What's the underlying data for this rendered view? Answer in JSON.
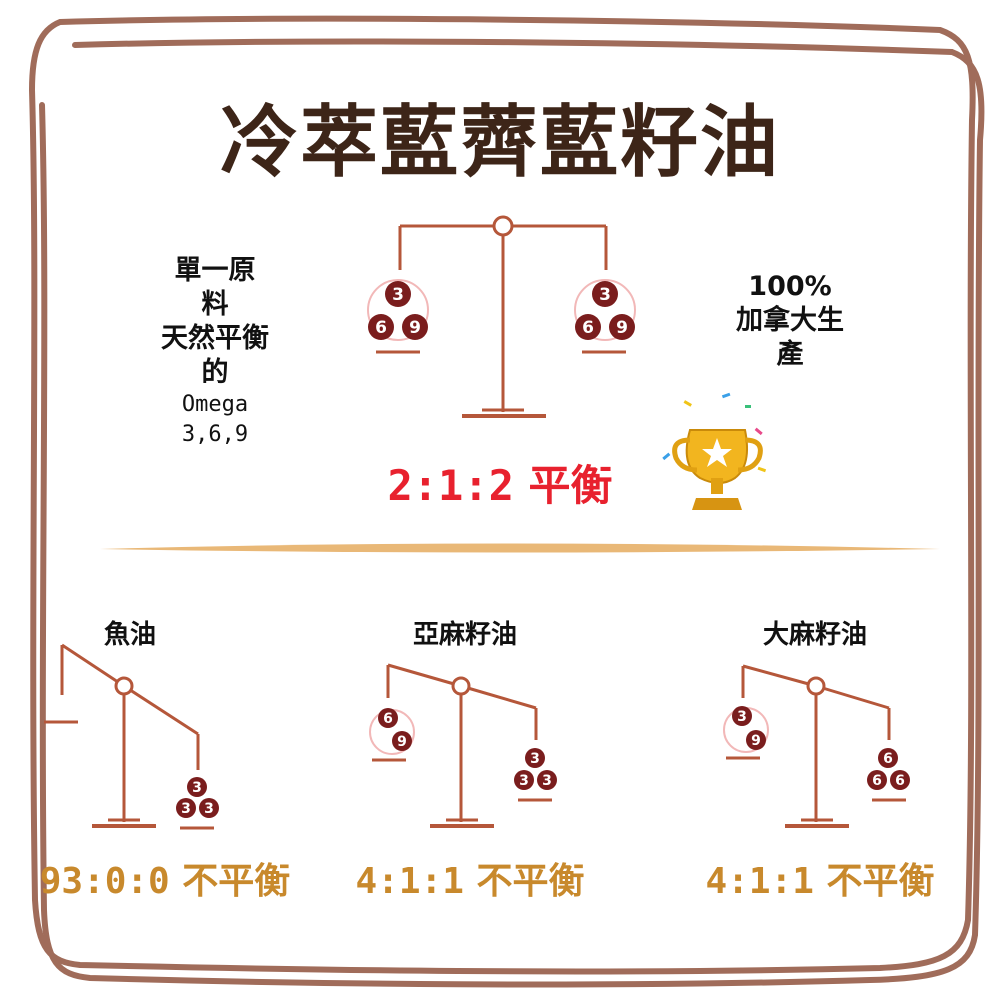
{
  "title": "冷萃藍薺藍籽油",
  "main": {
    "left_description": [
      "單一原",
      "料",
      "天然平衡",
      "的",
      "Omega",
      "3,6,9"
    ],
    "right_description": [
      "100%",
      "加拿大生",
      "產"
    ],
    "ratio": "2:1:2",
    "ratio_label": "平衡",
    "left_pan": [
      "3",
      "6",
      "9"
    ],
    "right_pan": [
      "3",
      "6",
      "9"
    ],
    "trophy_icon": "trophy-icon"
  },
  "comparisons": [
    {
      "name": "魚油",
      "ratio": "93:0:0",
      "ratio_label": "不平衡",
      "left_pan": [],
      "right_pan": [
        "3",
        "3",
        "3"
      ]
    },
    {
      "name": "亞麻籽油",
      "ratio": "4:1:1",
      "ratio_label": "不平衡",
      "left_pan": [
        "6",
        "9"
      ],
      "right_pan": [
        "3",
        "3",
        "3"
      ]
    },
    {
      "name": "大麻籽油",
      "ratio": "4:1:1",
      "ratio_label": "不平衡",
      "left_pan": [
        "3",
        "9"
      ],
      "right_pan": [
        "6",
        "6",
        "6"
      ]
    }
  ],
  "colors": {
    "frame": "#a06c5a",
    "scale": "#b5573a",
    "ball": "#7a1d1d",
    "ratio_balanced": "#e8212e",
    "ratio_unbalanced": "#c8892c",
    "divider": "#e9b877"
  }
}
